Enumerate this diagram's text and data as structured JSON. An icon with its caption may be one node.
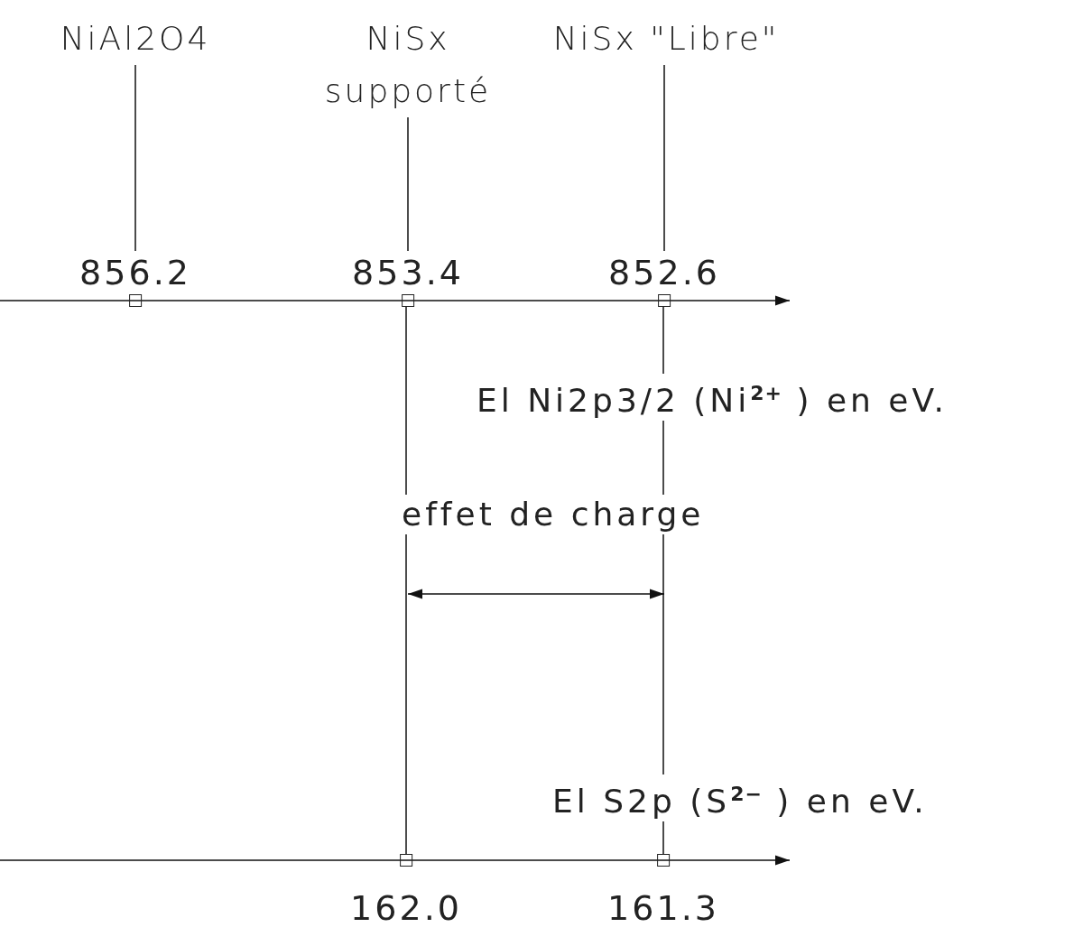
{
  "diagram": {
    "nodes": [
      {
        "text": [
          "NiAl2O4"
        ]
      },
      {
        "text": [
          "NiSx supporté"
        ]
      },
      {
        "text": [
          "NiSx \"Libre\""
        ]
      },
      {
        "text": [],
        "shape": "box",
        "beside": [
          "856.2"
        ]
      },
      {
        "text": [],
        "shape": "box",
        "beside": [
          "853.4"
        ]
      },
      {
        "text": [],
        "shape": "box",
        "beside": [
          "852.6"
        ]
      },
      {
        "text": [],
        "shape": "box",
        "beside": [
          "162.0"
        ]
      },
      {
        "text": [],
        "shape": "box",
        "beside": [
          "161.3"
        ]
      }
    ],
    "edges": [
      {
        "from": 0,
        "to": 3,
        "arrow": "none"
      },
      {
        "from": 1,
        "to": 4,
        "arrow": "none"
      },
      {
        "from": 2,
        "to": 5,
        "arrow": "none"
      },
      {
        "from": 4,
        "to": 6,
        "arrow": "none"
      },
      {
        "from": 5,
        "to": 7,
        "arrow": "none"
      }
    ],
    "labels": [
      "El Ni2p3/2 (Ni$^{2+}$ ) en eV.",
      "effet de charge",
      "El S2p (S$^{2−}$ ) en eV."
    ]
  }
}
